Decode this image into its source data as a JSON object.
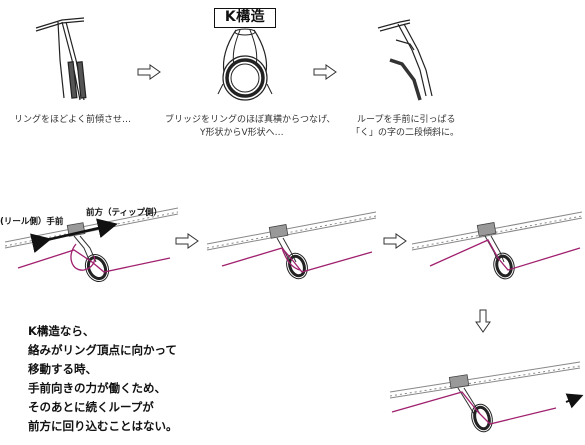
{
  "title": "K構造",
  "captions": {
    "step1": "リングをほどよく前傾させ…",
    "step2_line1": "ブリッジをリングのほぼ真横からつなげ、",
    "step2_line2": "Y形状からV形状へ…",
    "step3_line1": "ループを手前に引っぱる",
    "step3_line2": "「く」の字の二段傾斜に。"
  },
  "labels": {
    "front": "前方（ティップ側）",
    "back": "(リール側）手前"
  },
  "note_lines": [
    "K構造なら、",
    "絡みがリング頂点に向かって",
    "移動する時、",
    "手前向きの力が働くため、",
    "そのあとに続くループが",
    "前方に回り込むことはない。"
  ],
  "colors": {
    "line": "#a0206e",
    "rod": "#777777",
    "guide_foot": "#999999"
  }
}
